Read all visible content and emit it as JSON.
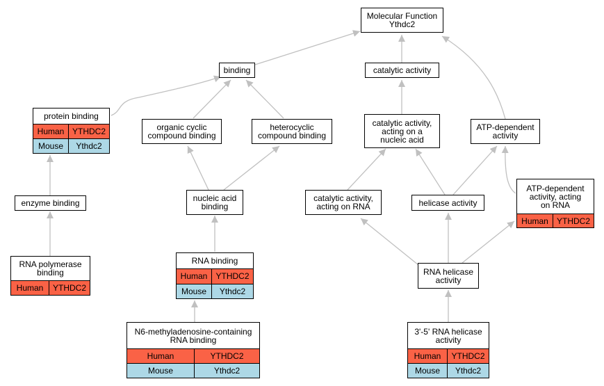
{
  "colors": {
    "human": "#FA6246",
    "mouse": "#ADD8E6",
    "edge": "#C0C0C0",
    "border": "#000000"
  },
  "nodes": {
    "mf": {
      "label": "Molecular Function\nYthdc2"
    },
    "bind": {
      "label": "binding"
    },
    "cat": {
      "label": "catalytic activity"
    },
    "pb": {
      "label": "protein binding",
      "rows": [
        {
          "species": "Human",
          "gene": "YTHDC2"
        },
        {
          "species": "Mouse",
          "gene": "Ythdc2"
        }
      ]
    },
    "occb": {
      "label": "organic cyclic\ncompound binding"
    },
    "hcb": {
      "label": "heterocyclic\ncompound binding"
    },
    "canu": {
      "label": "catalytic activity,\nacting on a\nnucleic acid"
    },
    "atp": {
      "label": "ATP-dependent\nactivity"
    },
    "eb": {
      "label": "enzyme binding"
    },
    "nab": {
      "label": "nucleic acid\nbinding"
    },
    "carna": {
      "label": "catalytic activity,\nacting on RNA"
    },
    "hel": {
      "label": "helicase activity"
    },
    "atprna": {
      "label": "ATP-dependent\nactivity, acting\non RNA",
      "rows": [
        {
          "species": "Human",
          "gene": "YTHDC2"
        }
      ]
    },
    "rpb": {
      "label": "RNA polymerase\nbinding",
      "rows": [
        {
          "species": "Human",
          "gene": "YTHDC2"
        }
      ]
    },
    "rb": {
      "label": "RNA binding",
      "rows": [
        {
          "species": "Human",
          "gene": "YTHDC2"
        },
        {
          "species": "Mouse",
          "gene": "Ythdc2"
        }
      ]
    },
    "rh": {
      "label": "RNA helicase\nactivity"
    },
    "n6": {
      "label": "N6-methyladenosine-containing\nRNA binding",
      "rows": [
        {
          "species": "Human",
          "gene": "YTHDC2"
        },
        {
          "species": "Mouse",
          "gene": "Ythdc2"
        }
      ]
    },
    "h35": {
      "label": "3'-5' RNA helicase\nactivity",
      "rows": [
        {
          "species": "Human",
          "gene": "YTHDC2"
        },
        {
          "species": "Mouse",
          "gene": "Ythdc2"
        }
      ]
    }
  }
}
